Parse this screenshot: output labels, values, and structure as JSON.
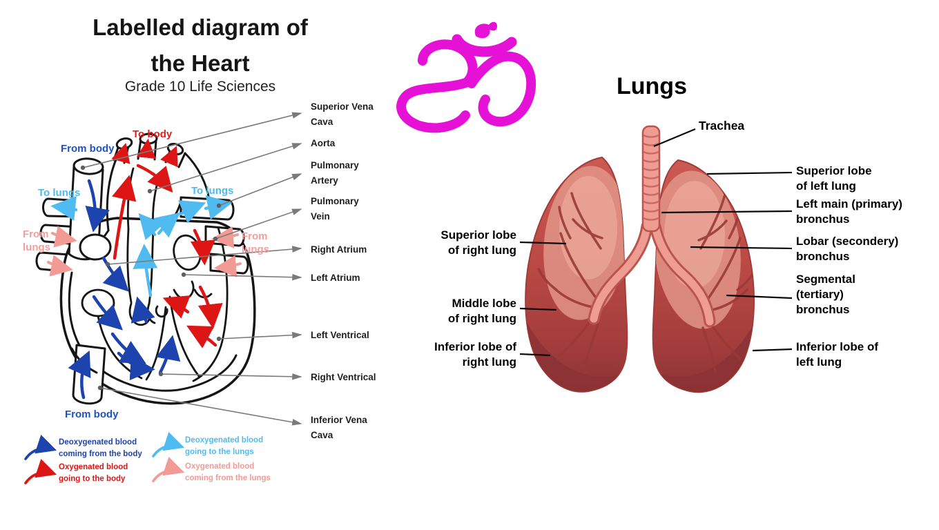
{
  "heart_panel": {
    "title_line1": "Labelled diagram of",
    "title_line2": "the Heart",
    "subtitle": "Grade 10 Life Sciences",
    "flow_labels": {
      "from_body_top": "From body",
      "to_body": "To body",
      "to_lungs_left": "To lungs",
      "to_lungs_right": "To lungs",
      "from_lungs_left": "From\nlungs",
      "from_lungs_right": "From\nlungs",
      "from_body_bottom": "From body"
    },
    "part_labels": [
      "Superior Vena\nCava",
      "Aorta",
      "Pulmonary\nArtery",
      "Pulmonary\nVein",
      "Right Atrium",
      "Left Atrium",
      "Left Ventrical",
      "Right Ventrical",
      "Inferior Vena\nCava"
    ],
    "legend": [
      {
        "text": "Deoxygenated blood\ncoming from the body",
        "color": "#1d43ae"
      },
      {
        "text": "Oxygenated blood\ngoing to the body",
        "color": "#dd1515"
      },
      {
        "text": "Deoxygenated blood\ngoing to the lungs",
        "color": "#4fbbf0"
      },
      {
        "text": "Oxygenated blood\ncoming from the lungs",
        "color": "#f29a94"
      }
    ],
    "arrow_colors": {
      "deoxygenated_from_body": "#1d43ae",
      "oxygenated_to_body": "#dd1515",
      "deoxygenated_to_lungs": "#4fbbf0",
      "oxygenated_from_lungs": "#f29a94"
    }
  },
  "om_symbol": {
    "meaning": "Om (Aum) symbol",
    "color": "#e611d6"
  },
  "lungs_panel": {
    "title": "Lungs",
    "trachea_label": "Trachea",
    "labels_right": [
      "Superior lobe\nof left lung",
      "Left main (primary)\nbronchus",
      "Lobar (secondery)\nbronchus",
      "Segmental\n(tertiary)\nbronchus",
      "Inferior lobe of\nleft lung"
    ],
    "labels_left": [
      "Superior lobe\nof right lung",
      "Middle lobe\nof right lung",
      "Inferior lobe of\nright lung"
    ],
    "colors": {
      "lung_main": "#bb4944",
      "lung_light": "#e59a8c",
      "lung_dark": "#8c3335",
      "bronchus": "#ef9c92"
    }
  }
}
